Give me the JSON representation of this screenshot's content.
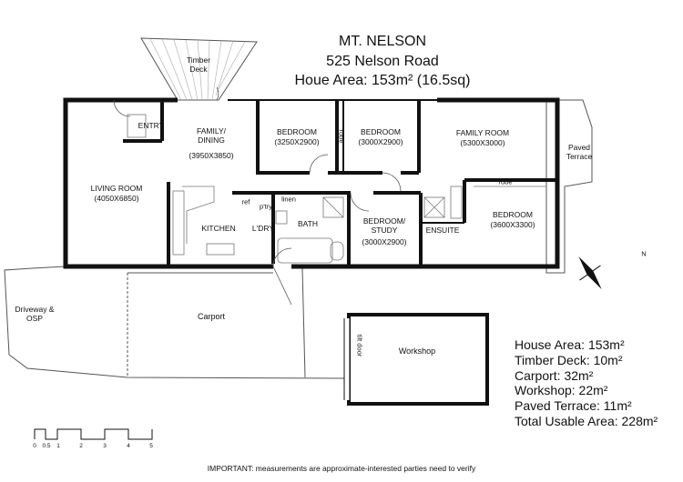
{
  "header": {
    "suburb": "MT. NELSON",
    "address": "525 Nelson Road",
    "house_area": "Houe Area: 153m² (16.5sq)"
  },
  "rooms": {
    "timber_deck": "Timber Deck",
    "entry": "ENTRY",
    "family_dining": "FAMILY/ DINING",
    "family_dining_dim": "(3950X3850)",
    "bedroom1": "BEDROOM",
    "bedroom1_dim": "(3250X2900)",
    "robe1": "robe",
    "bedroom2": "BEDROOM",
    "bedroom2_dim": "(3000X2900)",
    "family_room": "FAMILY ROOM",
    "family_room_dim": "(5300X3000)",
    "paved_terrace": "Paved Terrace",
    "living_room": "LIVING ROOM",
    "living_room_dim": "(4050X6850)",
    "ref": "ref",
    "pantry": "p'try",
    "linen": "linen",
    "kitchen": "KITCHEN",
    "laundry": "L'DRY",
    "bath": "BATH",
    "study": "BEDROOM/ STUDY",
    "study_dim": "(3000X2900)",
    "ensuite": "ENSUITE",
    "robe2": "robe",
    "bedroom3": "BEDROOM",
    "bedroom3_dim": "(3600X3300)",
    "driveway": "Driveway & OSP",
    "carport": "Carport",
    "workshop": "Workshop",
    "tilt_door": "tilt door"
  },
  "compass": {
    "label": "N"
  },
  "areas": [
    "House Area: 153m²",
    "Timber Deck: 10m²",
    "Carport: 32m²",
    "Workshop: 22m²",
    "Paved Terrace: 11m²",
    "Total Usable Area: 228m²"
  ],
  "scale": {
    "ticks": [
      "0",
      "0.5",
      "1",
      "2",
      "3",
      "4",
      "5"
    ]
  },
  "footer": {
    "note": "IMPORTANT: measurements are approximate-interested parties need to verify"
  }
}
